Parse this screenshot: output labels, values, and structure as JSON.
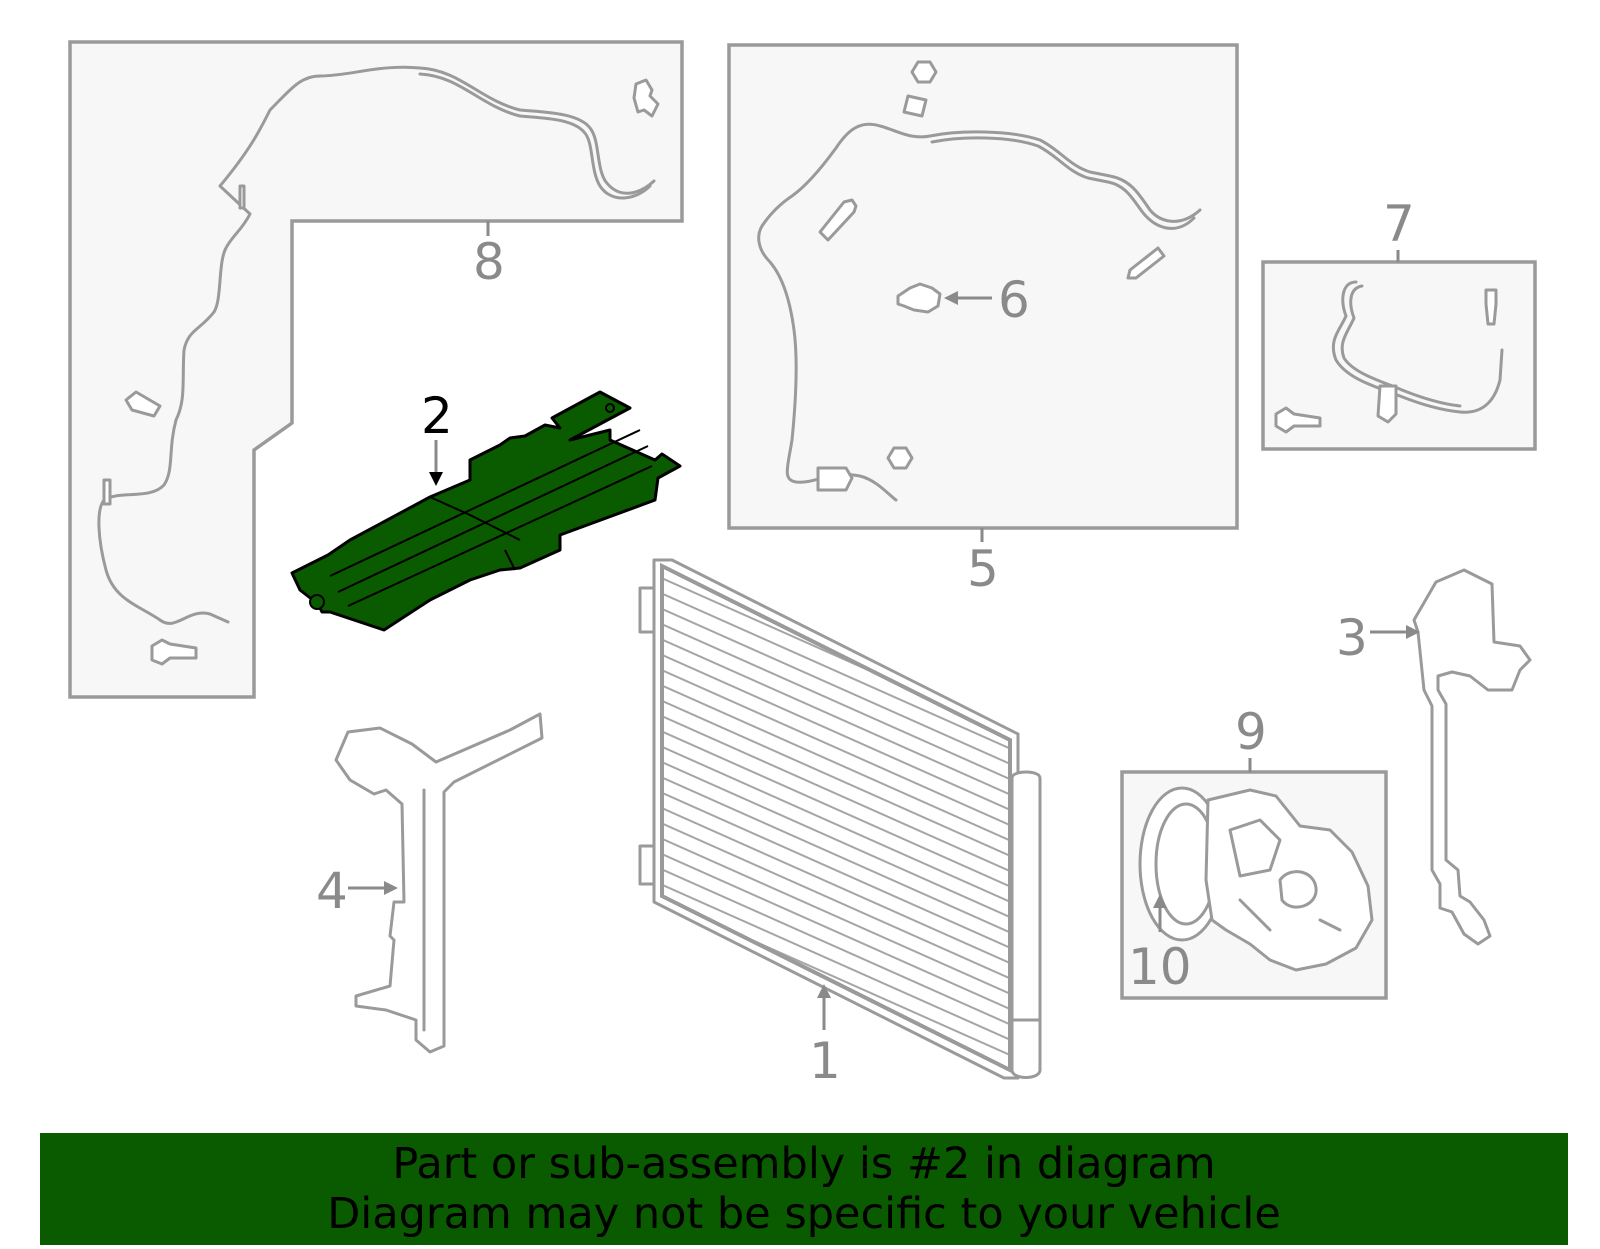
{
  "callouts": {
    "c1": "1",
    "c2": "2",
    "c3": "3",
    "c4": "4",
    "c5": "5",
    "c6": "6",
    "c7": "7",
    "c8": "8",
    "c9": "9",
    "c10": "10"
  },
  "highlighted_part": "2",
  "colors": {
    "highlight": "#0a5a00",
    "parts": "#9a9a9a",
    "banner": "#0a5a00"
  },
  "banner": {
    "line1": "Part or sub-assembly is #2 in diagram",
    "line2": "Diagram may not be specific to your vehicle"
  }
}
